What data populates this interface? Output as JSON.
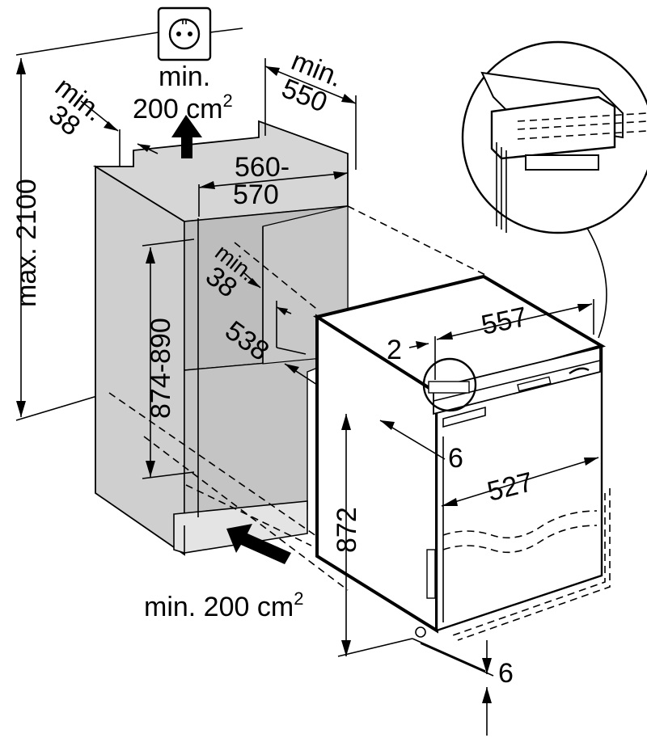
{
  "dimensions": {
    "max_height": "max. 2100",
    "niche_width_top": "560-",
    "niche_width_bottom": "570",
    "min_depth_top": "min.",
    "min_depth_bottom": "550",
    "min_gap_left_top": "min.",
    "min_gap_left_bottom": "38",
    "min_gap_inner_top": "min.",
    "min_gap_inner_bottom": "38",
    "niche_height": "874-890",
    "appliance_depth": "538",
    "gap_2": "2",
    "appliance_width_top": "557",
    "offset_6_top": "6",
    "appliance_width_front": "527",
    "appliance_height": "872",
    "offset_6_bottom": "6"
  },
  "ventilation": {
    "top_label_line1": "min.",
    "top_label_line2": "200 cm",
    "top_label_sup": "2",
    "bottom_label": "min. 200 cm",
    "bottom_label_sup": "2"
  }
}
